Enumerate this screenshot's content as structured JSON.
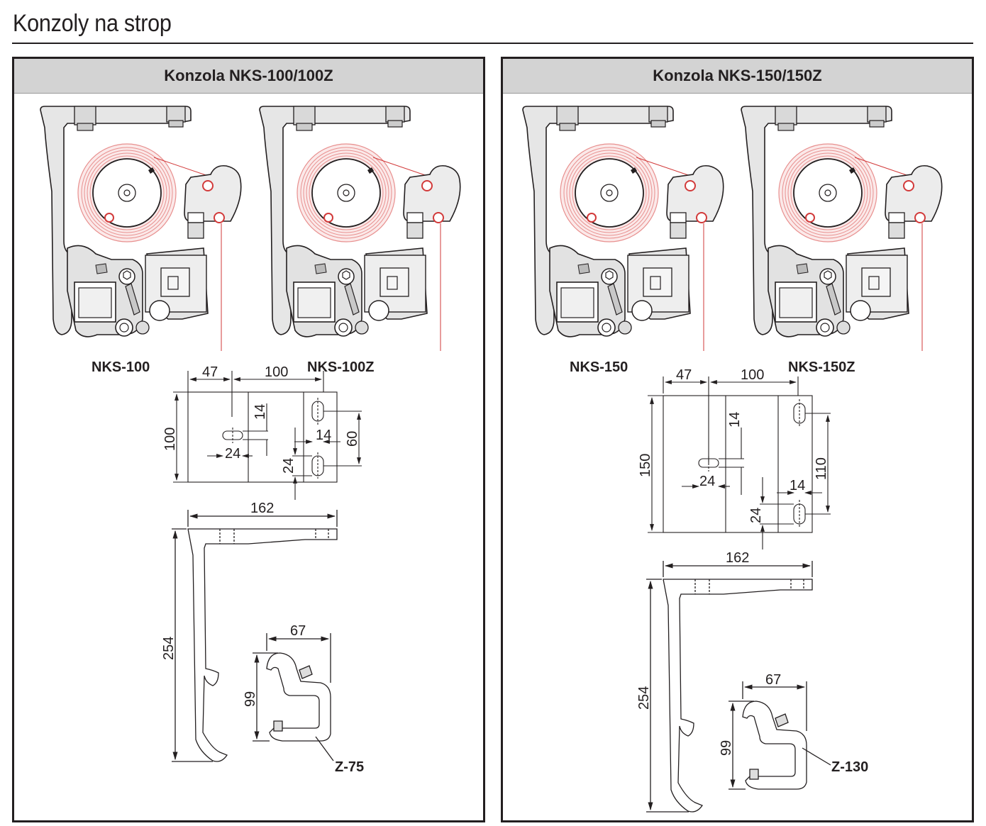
{
  "page": {
    "title": "Konzoly na strop"
  },
  "colors": {
    "spring": "#e8908f",
    "spring_dark": "#d23a3a",
    "line": "#231f20",
    "header_bg": "#d3d3d3"
  },
  "panels": [
    {
      "header": "Konzola NKS-100/100Z",
      "models": [
        "NKS-100",
        "NKS-100Z"
      ],
      "plate": {
        "d47": "47",
        "d100": "100",
        "d14a": "14",
        "d100h": "100",
        "d24a": "24",
        "d14b": "14",
        "d60": "60",
        "d24b": "24"
      },
      "bracket": {
        "d162": "162",
        "d254": "254"
      },
      "clamp": {
        "d67": "67",
        "d99": "99",
        "name": "Z-75"
      }
    },
    {
      "header": "Konzola NKS-150/150Z",
      "models": [
        "NKS-150",
        "NKS-150Z"
      ],
      "plate": {
        "d47": "47",
        "d100": "100",
        "d14a": "14",
        "d150h": "150",
        "d24a": "24",
        "d110": "110",
        "d14b": "14",
        "d24b": "24"
      },
      "bracket": {
        "d162": "162",
        "d254": "254"
      },
      "clamp": {
        "d67": "67",
        "d99": "99",
        "name": "Z-130"
      }
    }
  ]
}
